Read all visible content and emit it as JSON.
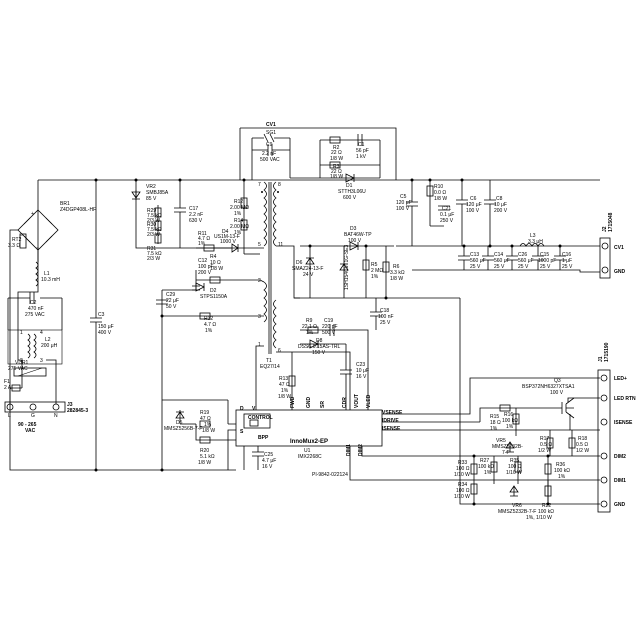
{
  "input": {
    "j3": "J3",
    "j3_part": "282845-3",
    "j3_pins": [
      "L",
      "G",
      "N"
    ],
    "voltage": "90 - 265",
    "vac": "VAC",
    "f1": "F1",
    "f1_val": "2 A",
    "vdr1": "VDR1",
    "vdr1_val": "275 VAC",
    "l2": "L2",
    "l2_val": "200 μH",
    "c2": "C2",
    "c2_val1": "470 nF",
    "c2_val2": "275 VAC",
    "l1": "L1",
    "l1_val": "10.3 mH",
    "rt2": "RT2",
    "rt2_val": "3.3 Ω",
    "br1": "BR1",
    "br1_part": "Z4DGP408L-HF",
    "c3": "C3",
    "c3_val1": "150 μF",
    "c3_val2": "400 V"
  },
  "snubber": {
    "vr2": "VR2",
    "vr2_part": "SMBJ85A",
    "vr2_val": "85 V",
    "r29": "R29",
    "r29_val1": "7.5 kΩ",
    "r29_val2": "2/3 W",
    "r30": "R30",
    "r30_val1": "7.5 kΩ",
    "r30_val2": "2/3 W",
    "r31": "R31",
    "r31_val1": "7.5 kΩ",
    "r31_val2": "2/3 W",
    "c17": "C17",
    "c17_val1": "2.2 nF",
    "c17_val2": "630 V",
    "r12": "R12",
    "r12_val1": "2.00 MΩ",
    "r12_val2": "1%",
    "r14": "R14",
    "r14_val1": "2.00 MΩ",
    "r14_val2": "1%",
    "d4": "D4",
    "d4_part": "US1M-13-F",
    "d4_val": "1000 V",
    "r11": "R11",
    "r11_val1": "4.7 Ω",
    "r11_val2": "1%",
    "r4": "R4",
    "r4_val1": "10 Ω",
    "r4_val2": "1/8 W",
    "c12": "C12",
    "c12_val1": "100 pF",
    "c12_val2": "200 V",
    "d2": "D2",
    "d2_part": "STPS1150A",
    "c29": "C29",
    "c29_val1": "22 μF",
    "c29_val2": "50 V",
    "r32": "R32",
    "r32_val1": "4.7 Ω",
    "r32_val2": "1%"
  },
  "transformer": {
    "cv1": "CV1",
    "sg1": "SG1",
    "c9": "C9",
    "c9_val1": "2.2 nF",
    "c9_val2": "500 VAC",
    "t1": "T1",
    "t1_part": "EQ27/14",
    "pins": [
      "7",
      "8",
      "11",
      "5",
      "6",
      "2",
      "3",
      "1"
    ]
  },
  "output": {
    "r2": "R2",
    "r2_val1": "22 Ω",
    "r2_val2": "1/8 W",
    "c1": "C1",
    "c1_val1": "56 pF",
    "c1_val2": "1 kV",
    "r3": "R3",
    "r3_val1": "22 Ω",
    "r3_val2": "1/8 W",
    "d1": "D1",
    "d1_part": "STTH3L06U",
    "d1_val": "600 V",
    "d3": "D3",
    "d3_part": "BAT46W-TP",
    "d3_val": "100 V",
    "d6": "D6",
    "d6_part": "SMAZ24-13-F",
    "d6_val": "24 V",
    "d_extra": "1SH154C5T1G-SE3",
    "r5": "R5",
    "r5_val1": "2 MΩ",
    "r5_val2": "1%",
    "r6": "R6",
    "r6_val1": "3.3 kΩ",
    "r6_val2": "1/8 W",
    "c5": "C5",
    "c5_val1": "120 μF",
    "c5_val2": "100 V",
    "r10": "R10",
    "r10_val1": "0.0 Ω",
    "r10_val2": "1/8 W",
    "c21": "C21",
    "c21_val1": "0.1 μF",
    "c21_val2": "250 V",
    "c6": "C6",
    "c6_val1": "120 μF",
    "c6_val2": "100 V",
    "c8": "C8",
    "c8_val1": "10 μF",
    "c8_val2": "200 V",
    "l3": "L3",
    "l3_val": "3.3 μH",
    "c13": "C13",
    "c13_val1": "560 μF",
    "c13_val2": "25 V",
    "c14": "C14",
    "c14_val1": "560 μF",
    "c14_val2": "25 V",
    "c26": "C26",
    "c26_val1": "560 μF",
    "c26_val2": "25 V",
    "c15": "C15",
    "c15_val1": "1000 pF",
    "c15_val2": "25 V",
    "c16": "C16",
    "c16_val1": "1 μF",
    "c16_val2": "25 V",
    "j2": "J2",
    "j2_part": "1715048",
    "j2_cv1": "CV1",
    "j2_gnd": "GND"
  },
  "secondary": {
    "c18": "C18",
    "c18_val1": "100 nF",
    "c18_val2": "25 V",
    "r9": "R9",
    "r9_val1": "22.1 Ω",
    "r9_val2": "1%",
    "c19": "C19",
    "c19_val1": "220 pF",
    "c19_val2": "500 V",
    "d8": "D8",
    "d8_part": "DSS6-0.15AS-TRL",
    "d8_val": "150 V",
    "c23": "C23",
    "c23_val1": "10 μF",
    "c23_val2": "16 V",
    "r13": "R13",
    "r13_val1": "47 Ω",
    "r13_val2": "1%",
    "r13_val3": "1/8 W"
  },
  "controller": {
    "control": "CONTROL",
    "s": "S",
    "d": "D",
    "v": "V",
    "bpp": "BPP",
    "fwd": "FWD",
    "gnd": "GND",
    "sr": "SR",
    "cdr": "CDR",
    "vout": "VOUT",
    "vled": "VLED",
    "vsense": "VSENSE",
    "idrive": "IDRIVE",
    "isense": "ISENSE",
    "dim1": "DIM1",
    "dim2": "DIM2",
    "name": "InnoMux2-EP",
    "u1": "U1",
    "u1_part": "IMX2268C",
    "d5": "D5",
    "d5_part": "MMSZ5256B-7-F",
    "r19": "R19",
    "r19_val1": "47 Ω",
    "r19_val2": "1%",
    "r19_val3": "1/8 W",
    "r20": "R20",
    "r20_val1": "5.1 kΩ",
    "r20_val2": "1/8 W",
    "c25": "C25",
    "c25_val1": "4.7 μF",
    "c25_val2": "16 V",
    "pi": "PI-9842-022124"
  },
  "led": {
    "j1": "J1",
    "j1_part": "1715190",
    "pins": [
      "LED+",
      "LED RTN",
      "ISENSE",
      "DIM2",
      "DIM1",
      "GND"
    ],
    "q3": "Q3",
    "q3_part": "BSP372NH6327XTSA1",
    "q3_val": "100 V",
    "r15": "R15",
    "r15_val1": "18 Ω",
    "r15_val2": "1%",
    "r16": "R16",
    "r16_val1": "100 kΩ",
    "r16_val2": "1%",
    "r17": "R17",
    "r17_val1": "0.5 Ω",
    "r17_val2": "1/2 W",
    "r18": "R18",
    "r18_val1": "0.5 Ω",
    "r18_val2": "1/2 W",
    "vr5": "VR5",
    "vr5_part": "MMSZ5232B-",
    "vr5_part2": "7-F",
    "r33": "R33",
    "r33_val1": "100 Ω",
    "r33_val2": "1/10 W",
    "r27": "R27",
    "r27_val1": "100 kΩ",
    "r27_val2": "1%",
    "r35": "R35",
    "r35_val1": "100 Ω",
    "r35_val2": "1/10 W",
    "r36": "R36",
    "r36_val1": "100 kΩ",
    "r36_val2": "1%",
    "vr6": "VR6",
    "vr6_part": "MMSZ5232B-7-F",
    "r34": "R34",
    "r34_val1": "100 Ω",
    "r34_val2": "1/10 W",
    "r22": "R22",
    "r22_val1": "100 kΩ",
    "r22_val2": "1%, 1/10 W"
  }
}
